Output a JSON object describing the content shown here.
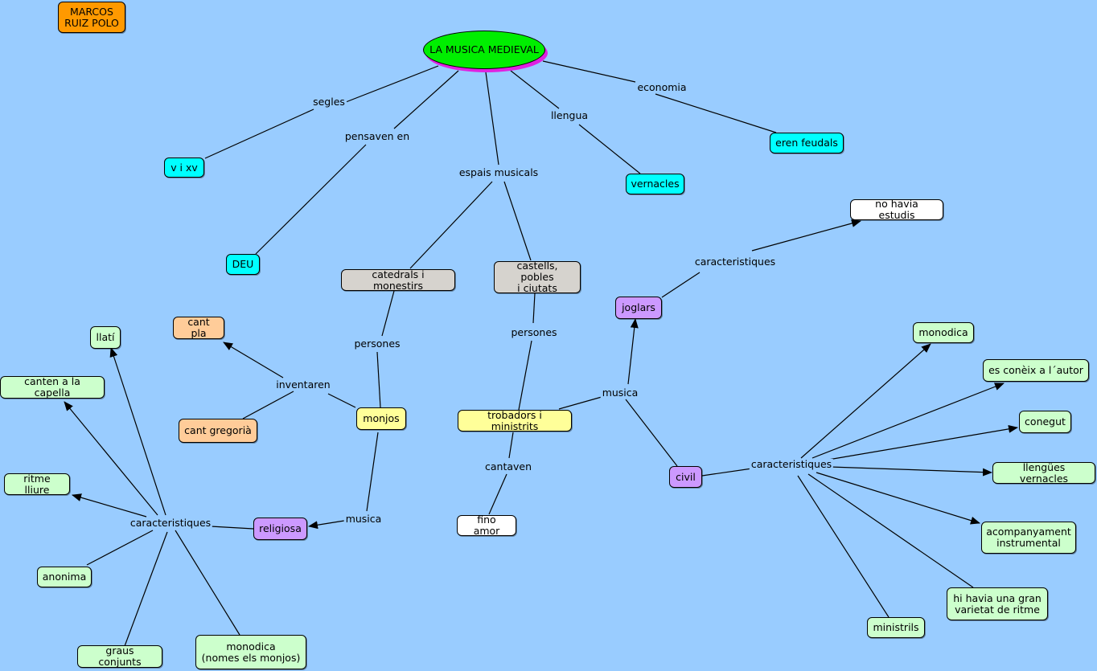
{
  "colors": {
    "background": "#99ccff",
    "author": "#ff9900",
    "root": "#00ee00",
    "cyan": "#00ffff",
    "gray": "#d6d3ce",
    "yellow": "#ffff99",
    "purple": "#cc99ff",
    "green": "#ccffcc",
    "white": "#ffffff",
    "peach": "#ffcc99"
  },
  "nodes": {
    "author": "MARCOS\nRUIZ POLO",
    "root": "LA MUSICA MEDIEVAL",
    "v_i_xv": "v i xv",
    "deu": "DEU",
    "vernacles": "vernacles",
    "eren_feudals": "eren feudals",
    "catedrals": "catedrals i monestirs",
    "castells": "castells, pobles\ni ciutats",
    "no_havia_estudis": "no havia estudis",
    "joglars": "joglars",
    "cant_pla": "cant pla",
    "llati": "llatí",
    "canten_capella": "canten a la capella",
    "cant_gregoria": "cant gregorià",
    "monjos": "monjos",
    "trobadors": "trobadors i ministrits",
    "ritme_lliure": "ritme lliure",
    "religiosa": "religiosa",
    "fino_amor": "fino amor",
    "civil": "civil",
    "anonima": "anonima",
    "graus_conjunts": "graus conjunts",
    "monodica_monjos": "monodica\n(nomes els monjos)",
    "monodica": "monodica",
    "es_coneix": "es conèix a l´autor",
    "conegut": "conegut",
    "llengues_vernacles": "llengües vernacles",
    "acompanyament": "acompanyament\ninstrumental",
    "varietat_ritme": "hi havia una gran\nvarietat de ritme",
    "ministrils": "ministrils"
  },
  "labels": {
    "segles": "segles",
    "pensaven_en": "pensaven en",
    "espais_musicals": "espais musicals",
    "llengua": "llengua",
    "economia": "economia",
    "caracteristiques_joglars": "caracteristiques",
    "persones_catedrals": "persones",
    "persones_castells": "persones",
    "inventaren": "inventaren",
    "musica_trobadors": "musica",
    "musica_monjos": "musica",
    "cantaven": "cantaven",
    "caracteristiques_religiosa": "caracteristiques",
    "caracteristiques_civil": "caracteristiques"
  }
}
